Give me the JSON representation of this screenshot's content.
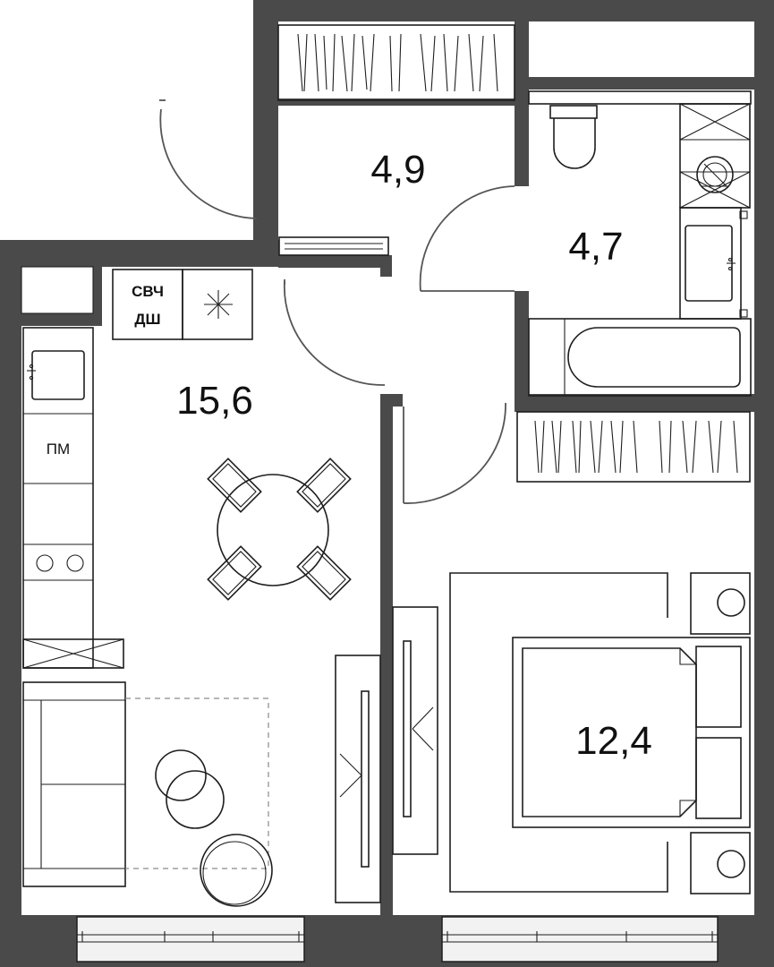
{
  "rooms": {
    "hall_area": "4,9",
    "bathroom_area": "4,7",
    "kitchen_living_area": "15,6",
    "bedroom_area": "12,4"
  },
  "appliances": {
    "microwave_label": "СВЧ",
    "oven_label": "ДШ",
    "dishwasher_label": "ПМ"
  }
}
